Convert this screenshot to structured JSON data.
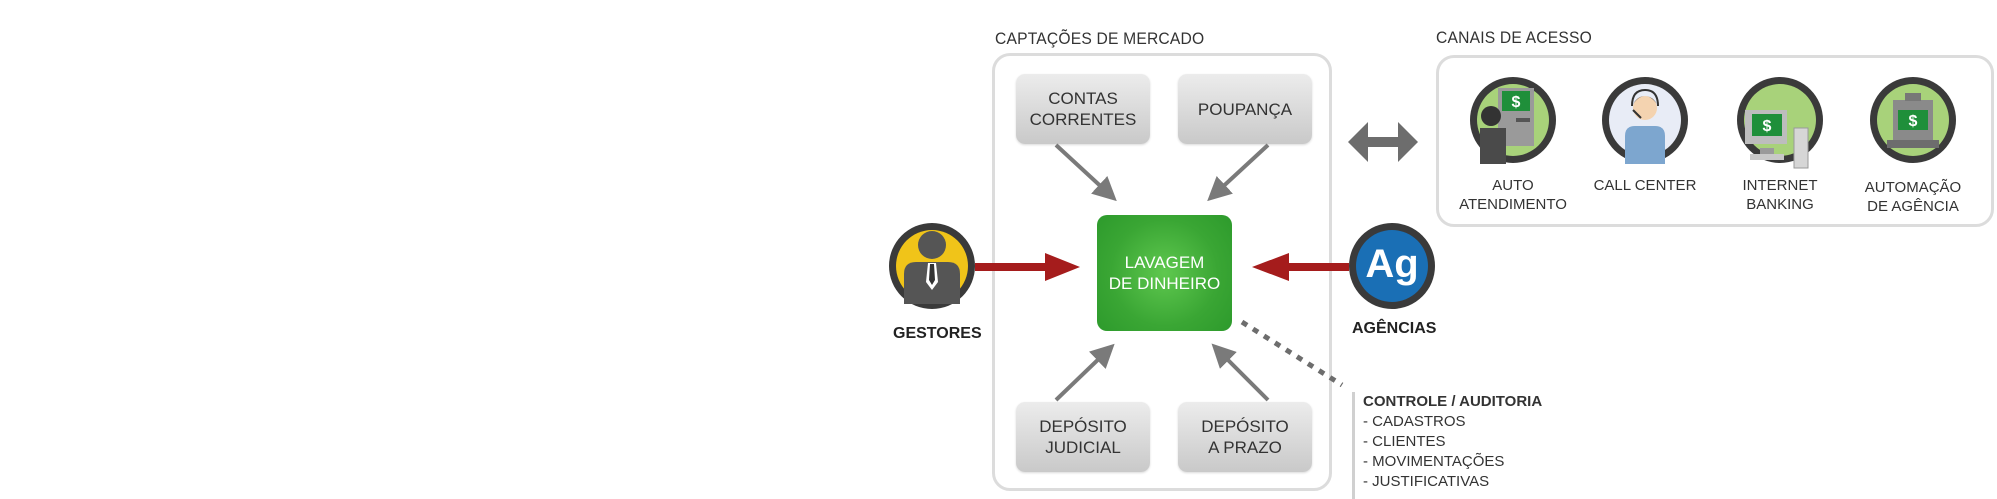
{
  "market": {
    "title": "CAPTAÇÕES DE MERCADO",
    "boxes": [
      "CONTAS\nCORRENTES",
      "POUPANÇA",
      "DEPÓSITO\nJUDICIAL",
      "DEPÓSITO\nA PRAZO"
    ]
  },
  "center": {
    "label": "LAVAGEM\nDE DINHEIRO"
  },
  "channels": {
    "title": "CANAIS DE ACESSO",
    "items": [
      "AUTO\nATENDIMENTO",
      "CALL CENTER",
      "INTERNET\nBANKING",
      "AUTOMAÇÃO\nDE AGÊNCIA"
    ]
  },
  "actors": {
    "managers": "GESTORES",
    "agencies": "AGÊNCIAS",
    "agencies_logo": "Ag"
  },
  "audit": {
    "title": "CONTROLE / AUDITORIA",
    "items": [
      "- CADASTROS",
      "- CLIENTES",
      "- MOVIMENTAÇÕES",
      "- JUSTIFICATIVAS"
    ]
  },
  "colors": {
    "green": "#3aa634",
    "red_arrow": "#a51c1c",
    "gray_arrow": "#7a7a7a",
    "blue": "#1a6fb5",
    "yellow": "#f0c419"
  }
}
